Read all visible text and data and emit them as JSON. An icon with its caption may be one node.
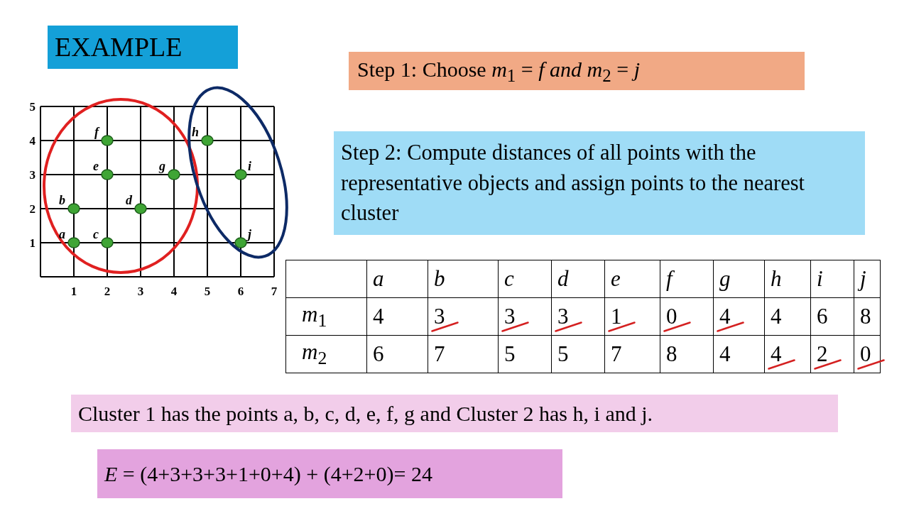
{
  "diagram": {
    "nodes": [
      {
        "text": [
          "EXAMPLE"
        ]
      },
      {
        "text": [
          "Step 1: Choose *m*$_{1}$ = *f and m*$_{2}$ = *j*"
        ]
      },
      {
        "text": [
          "Step 2: Compute distances of all points with the representative objects and assign points to the nearest cluster"
        ]
      },
      {
        "text": [
          "Cluster 1 has the points a, b, c, d, e, f, g and Cluster 2 has h, i and j."
        ]
      },
      {
        "text": [
          "*E* = (4+3+3+3+1+0+4) + (4+2+0)= 24"
        ]
      }
    ],
    "edges": [],
    "labels": [
      "a",
      "b",
      "c",
      "d",
      "e",
      "f",
      "g",
      "h",
      "i",
      "j",
      "*m*$_{1}$",
      "4",
      "3",
      "3",
      "3",
      "1",
      "0",
      "4",
      "4",
      "6",
      "8",
      "*m*$_{2}$",
      "6",
      "7",
      "5",
      "5",
      "7",
      "8",
      "4",
      "4",
      "2",
      "0"
    ],
    "chart_data": {
      "type": "scatter",
      "x": [
        1,
        1,
        2,
        3,
        2,
        2,
        4,
        5,
        6,
        6
      ],
      "series": [
        {
          "color": "#3fa535",
          "values": [
            1,
            2,
            1,
            2,
            3,
            4,
            3,
            4,
            3,
            1
          ]
        }
      ],
      "xlim": [
        0,
        7
      ],
      "ylim": [
        0,
        5
      ],
      "grid": true,
      "xticks": [
        1,
        2,
        3,
        4,
        5,
        6,
        7
      ],
      "yticks": [
        1,
        2,
        3,
        4,
        5
      ],
      "annotations": [
        {
          "x": 1,
          "y": 1,
          "text": "a"
        },
        {
          "x": 1,
          "y": 2,
          "text": "b"
        },
        {
          "x": 2,
          "y": 1,
          "text": "c"
        },
        {
          "x": 3,
          "y": 2,
          "text": "d"
        },
        {
          "x": 2,
          "y": 3,
          "text": "e"
        },
        {
          "x": 2,
          "y": 4,
          "text": "f"
        },
        {
          "x": 4,
          "y": 3,
          "text": "g"
        },
        {
          "x": 5,
          "y": 4,
          "text": "h"
        },
        {
          "x": 6,
          "y": 3,
          "text": "i"
        },
        {
          "x": 6,
          "y": 1,
          "text": "j"
        }
      ]
    }
  }
}
